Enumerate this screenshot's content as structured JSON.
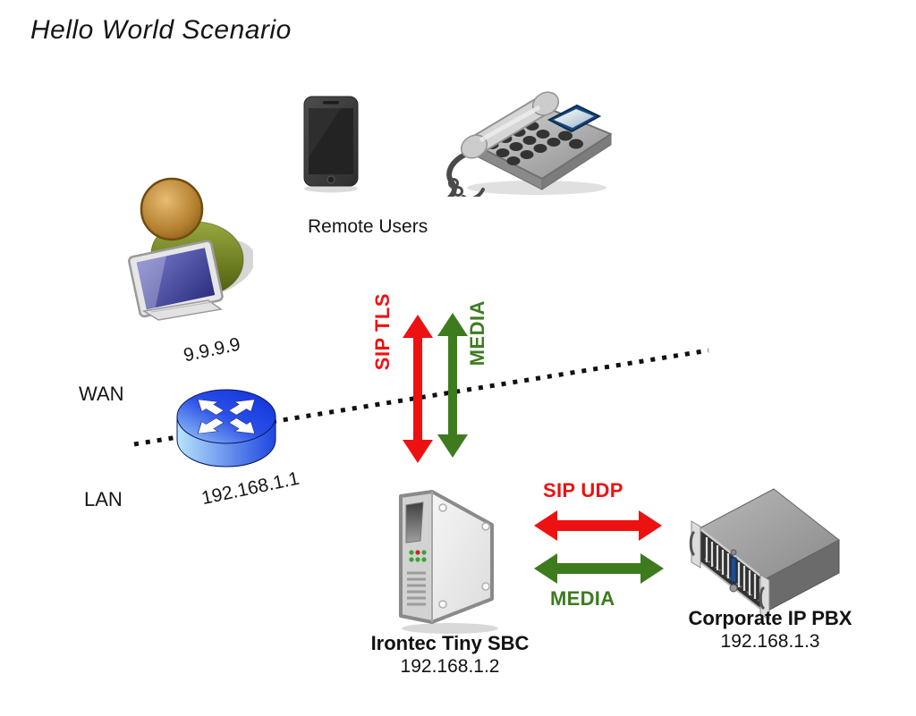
{
  "title": "Hello World Scenario",
  "remote_users_label": "Remote Users",
  "zones": {
    "wan": "WAN",
    "lan": "LAN"
  },
  "router": {
    "wan_ip": "9.9.9.9",
    "lan_ip": "192.168.1.1"
  },
  "links": {
    "sip_tls": {
      "label": "SIP TLS",
      "color": "#ee1111"
    },
    "media_remote": {
      "label": "MEDIA",
      "color": "#3e7b1f"
    },
    "sip_udp": {
      "label": "SIP UDP",
      "color": "#ee1111"
    },
    "media_lan": {
      "label": "MEDIA",
      "color": "#3e7b1f"
    }
  },
  "nodes": {
    "sbc": {
      "name": "Irontec Tiny SBC",
      "ip": "192.168.1.2"
    },
    "pbx": {
      "name": "Corporate IP PBX",
      "ip": "192.168.1.3"
    }
  },
  "icons": [
    "user-computer-icon",
    "smartphone-icon",
    "desk-phone-icon",
    "router-icon",
    "sbc-tower-icon",
    "pbx-rack-icon"
  ],
  "boundary_line_style": "black-dotted"
}
